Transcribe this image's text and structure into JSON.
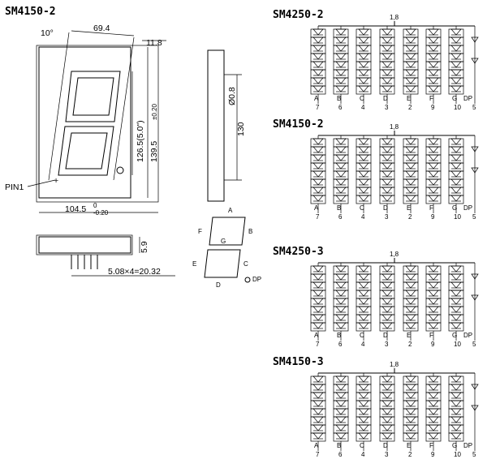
{
  "left_title": "SM4150-2",
  "front_view": {
    "angle": "10°",
    "top_width": "69.4",
    "offset": "11.8",
    "height_inner": "126.5(5.0\")",
    "height_outer": "139.5",
    "height_tol": "±0.20",
    "width": "104.5",
    "width_tol_top": "0",
    "width_tol_bottom": "-0.20",
    "pin_label": "PIN1"
  },
  "side_view": {
    "diameter": "Ø0.8",
    "depth": "130"
  },
  "bottom_view": {
    "height": "5.9",
    "pitch": "5.08×4=20.32"
  },
  "segment_diagram": {
    "labels": [
      "A",
      "B",
      "C",
      "D",
      "E",
      "F",
      "G"
    ],
    "dp_label": "DP"
  },
  "circuits": [
    {
      "title": "SM4250-2",
      "common_pin": "1,8",
      "segments": [
        "A",
        "B",
        "C",
        "D",
        "E",
        "F",
        "G",
        "DP"
      ],
      "pins": [
        "7",
        "6",
        "4",
        "3",
        "2",
        "9",
        "10",
        "5"
      ]
    },
    {
      "title": "SM4150-2",
      "common_pin": "1,8",
      "segments": [
        "A",
        "B",
        "C",
        "D",
        "E",
        "F",
        "G",
        "DP"
      ],
      "pins": [
        "7",
        "6",
        "4",
        "3",
        "2",
        "9",
        "10",
        "5"
      ]
    },
    {
      "title": "SM4250-3",
      "common_pin": "1,8",
      "segments": [
        "A",
        "B",
        "C",
        "D",
        "E",
        "F",
        "G",
        "DP"
      ],
      "pins": [
        "7",
        "6",
        "4",
        "3",
        "2",
        "9",
        "10",
        "5"
      ]
    },
    {
      "title": "SM4150-3",
      "common_pin": "1,8",
      "segments": [
        "A",
        "B",
        "C",
        "D",
        "E",
        "F",
        "G",
        "DP"
      ],
      "pins": [
        "7",
        "6",
        "4",
        "3",
        "2",
        "9",
        "10",
        "5"
      ]
    }
  ]
}
